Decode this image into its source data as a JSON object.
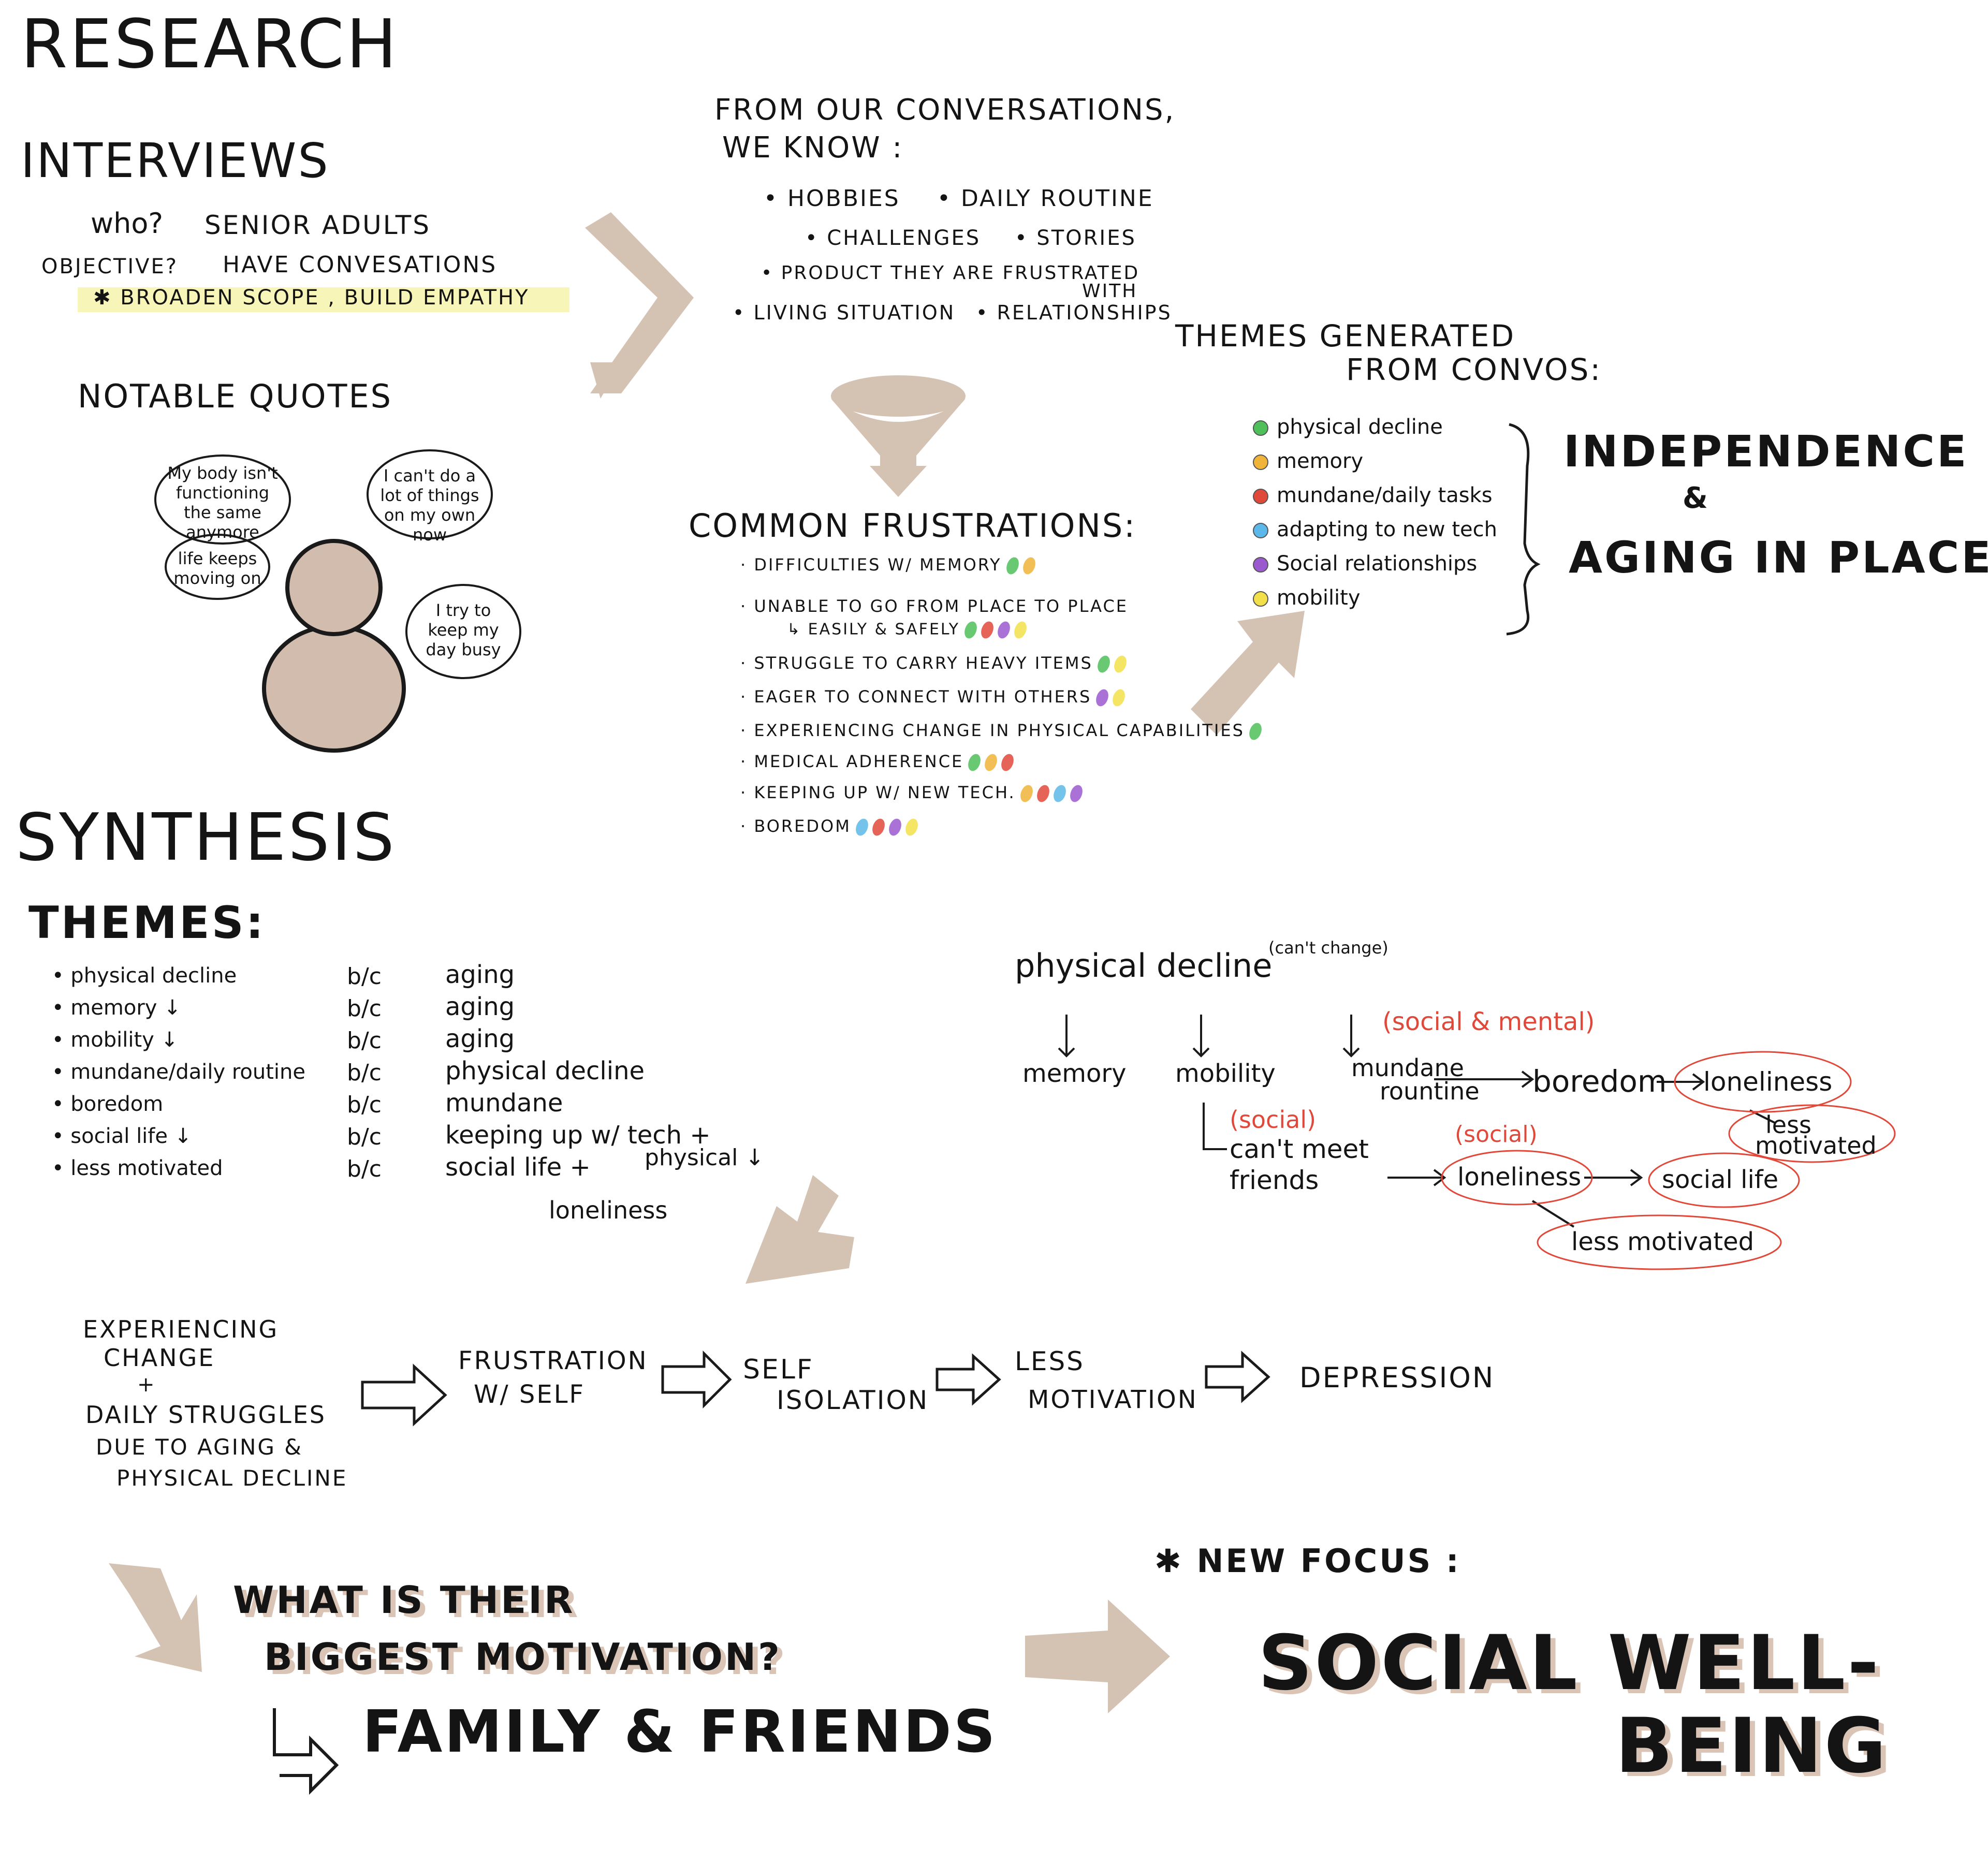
{
  "research": {
    "title": "RESEARCH",
    "interviews": {
      "title": "INTERVIEWS",
      "who_label": "who?",
      "who_value": "SENIOR ADULTS",
      "objective_label": "OBJECTIVE?",
      "objective_value": "HAVE CONVESATIONS",
      "objective_detail": "✱ BROADEN SCOPE , BUILD EMPATHY"
    },
    "notable_quotes": {
      "title": "NOTABLE QUOTES",
      "quotes": [
        "My body isn't functioning the same anymore",
        "I can't do a lot of things on my own now",
        "life keeps moving on",
        "I try to keep my day busy"
      ]
    },
    "conversations": {
      "title_line1": "FROM OUR CONVERSATIONS,",
      "title_line2": "WE KNOW :",
      "items": [
        "• HOBBIES",
        "• DAILY ROUTINE",
        "• CHALLENGES",
        "• STORIES",
        "• PRODUCT THEY ARE FRUSTRATED",
        "WITH",
        "• LIVING SITUATION",
        "• RELATIONSHIPS"
      ]
    },
    "frustrations": {
      "title": "COMMON FRUSTRATIONS:",
      "items": [
        {
          "text": "· DIFFICULTIES W/ MEMORY",
          "colors": [
            "#4fbf5a",
            "#f0b43a"
          ]
        },
        {
          "text": "· UNABLE TO GO FROM PLACE TO PLACE",
          "text2": "↳ EASILY & SAFELY",
          "colors": [
            "#4fbf5a",
            "#e0483a",
            "#9b59d0",
            "#f2e04a"
          ]
        },
        {
          "text": "· STRUGGLE TO CARRY HEAVY ITEMS",
          "colors": [
            "#4fbf5a",
            "#f2e04a"
          ]
        },
        {
          "text": "· EAGER TO CONNECT WITH OTHERS",
          "colors": [
            "#9b59d0",
            "#f2e04a"
          ]
        },
        {
          "text": "· EXPERIENCING CHANGE IN PHYSICAL CAPABILITIES",
          "colors": [
            "#4fbf5a"
          ]
        },
        {
          "text": "· MEDICAL ADHERENCE",
          "colors": [
            "#4fbf5a",
            "#f0b43a",
            "#e0483a"
          ]
        },
        {
          "text": "· KEEPING UP W/ NEW TECH.",
          "colors": [
            "#f0b43a",
            "#e0483a",
            "#5bb8e8",
            "#9b59d0"
          ]
        },
        {
          "text": "· BOREDOM",
          "colors": [
            "#5bb8e8",
            "#e0483a",
            "#9b59d0",
            "#f2e04a"
          ]
        }
      ]
    },
    "themes_generated": {
      "title_line1": "THEMES GENERATED",
      "title_line2": "FROM CONVOS:",
      "items": [
        {
          "label": "physical decline",
          "color": "#4fbf5a"
        },
        {
          "label": "memory",
          "color": "#f0b43a"
        },
        {
          "label": "mundane/daily tasks",
          "color": "#e0483a"
        },
        {
          "label": "adapting to new tech",
          "color": "#5bb8e8"
        },
        {
          "label": "Social relationships",
          "color": "#9b59d0"
        },
        {
          "label": "mobility",
          "color": "#f2e04a"
        }
      ],
      "outcome_line1": "INDEPENDENCE",
      "outcome_amp": "&",
      "outcome_line2": "AGING IN PLACE"
    }
  },
  "synthesis": {
    "title": "SYNTHESIS",
    "themes_title": "THEMES:",
    "because": "b/c",
    "rows": [
      {
        "theme": "• physical decline",
        "reason": "aging"
      },
      {
        "theme": "• memory ↓",
        "reason": "aging"
      },
      {
        "theme": "• mobility ↓",
        "reason": "aging"
      },
      {
        "theme": "• mundane/daily routine",
        "reason": "physical decline"
      },
      {
        "theme": "• boredom",
        "reason": "mundane"
      },
      {
        "theme": "• social life ↓",
        "reason": "keeping up w/ tech +"
      },
      {
        "theme": "• less motivated",
        "reason": "social life +"
      }
    ],
    "reason_extra1": "physical ↓",
    "reason_extra2": "loneliness",
    "map": {
      "root": "physical decline",
      "root_note": "(can't change)",
      "memory": "memory",
      "mobility": "mobility",
      "mundane_line1": "mundane",
      "mundane_line2": "rountine",
      "social_mental": "(social & mental)",
      "boredom": "boredom",
      "loneliness_top": "loneliness",
      "less_motivated_top_line1": "less",
      "less_motivated_top_line2": "motivated",
      "social_tag": "(social)",
      "cant_meet_line1": "can't meet",
      "cant_meet_line2": "friends",
      "social_tag2": "(social)",
      "loneliness_mid": "loneliness",
      "social_life": "social life",
      "less_motivated_bottom": "less motivated"
    },
    "flow": {
      "start_line1": "EXPERIENCING",
      "start_line2": "CHANGE",
      "start_plus": "+",
      "start_line3": "DAILY STRUGGLES",
      "start_line4": "DUE TO AGING &",
      "start_line5": "PHYSICAL DECLINE",
      "step1_line1": "FRUSTRATION",
      "step1_line2": "W/ SELF",
      "step2_line1": "SELF",
      "step2_line2": "ISOLATION",
      "step3_line1": "LESS",
      "step3_line2": "MOTIVATION",
      "step4": "DEPRESSION"
    },
    "question_line1": "WHAT IS THEIR",
    "question_line2": "BIGGEST MOTIVATION?",
    "answer": "FAMILY & FRIENDS",
    "new_focus_label": "✱ NEW FOCUS :",
    "new_focus_line1": "SOCIAL WELL-",
    "new_focus_line2": "BEING"
  }
}
